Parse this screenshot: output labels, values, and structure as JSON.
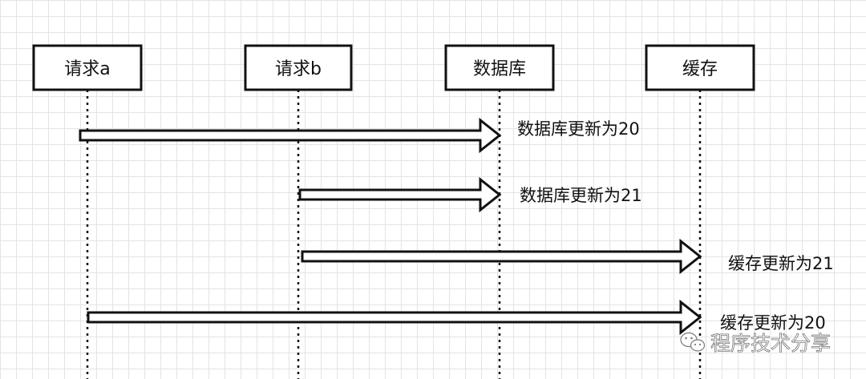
{
  "lifelines": [
    {
      "label": "请求a"
    },
    {
      "label": "请求b"
    },
    {
      "label": "数据库"
    },
    {
      "label": "缓存"
    }
  ],
  "messages": [
    {
      "from": "请求a",
      "to": "数据库",
      "label": "数据库更新为20"
    },
    {
      "from": "请求b",
      "to": "数据库",
      "label": "数据库更新为21"
    },
    {
      "from": "请求b",
      "to": "缓存",
      "label": "缓存更新为21"
    },
    {
      "from": "请求a",
      "to": "缓存",
      "label": "缓存更新为20"
    }
  ],
  "watermark": {
    "text": "程序技术分享",
    "icon": "wechat-icon"
  }
}
